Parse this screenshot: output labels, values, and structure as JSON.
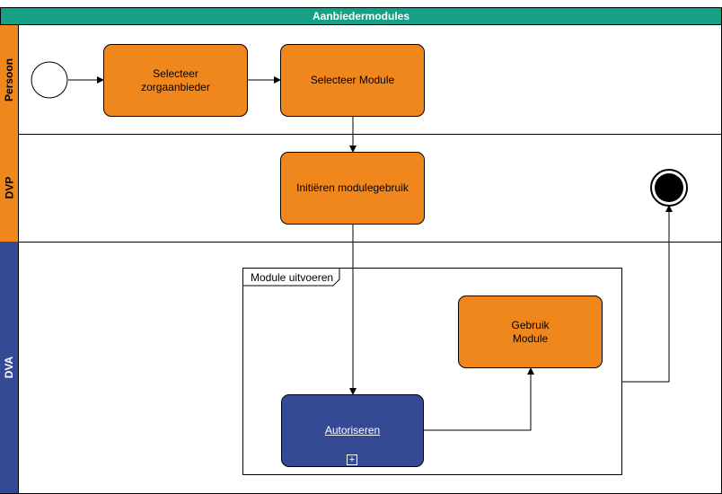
{
  "diagram": {
    "title": "Aanbiedermodules",
    "lanes": {
      "persoon": "Persoon",
      "dvp": "DVP",
      "dva": "DVA"
    },
    "tasks": {
      "selecteer_zorgaanbieder": "Selecteer\nzorgaanbieder",
      "selecteer_module": "Selecteer Module",
      "initieren": "Initiëren modulegebruik",
      "gebruik_module": "Gebruik\nModule",
      "autoriseren": "Autoriseren"
    },
    "subprocess_label": "Module uitvoeren",
    "colors": {
      "header": "#16a085",
      "task": "#f0871d",
      "dva_lane": "#354a94",
      "autoriseren": "#354a94"
    }
  }
}
